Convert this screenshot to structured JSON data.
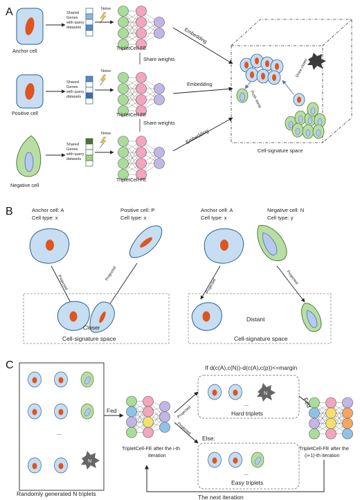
{
  "colors": {
    "cell_blue_fill": "#c6ddf2",
    "cell_blue_stroke": "#2b5f8e",
    "nucleus_orange": "#e0541e",
    "cell_green_fill": "#b9dea3",
    "cell_green_stroke": "#4a7d37",
    "node_green": "#a9dd9a",
    "node_pink": "#f3a6bd",
    "node_purple": "#c3b6e6",
    "node_yellow": "#f5e06e",
    "node_orange": "#f6a660",
    "node_blue": "#8fc3e6",
    "vector_blue": "#5a87bd",
    "vector_dark_green": "#47733a"
  },
  "panel_a": {
    "letter": "A",
    "anchor_cell": "Anchor cell",
    "positive_cell": "Positive cell",
    "negative_cell": "Negative cell",
    "shared_line1": "Shared",
    "shared_line2": "Genes",
    "shared_line3": "with query",
    "shared_line4": "datasets",
    "noise": "Noise",
    "network_label": "TripletCell-FE",
    "share_weights": "Share weights",
    "embedding": "Embedding",
    "push_away": "Push away",
    "draw_closer": "Draw closer",
    "space_label": "Cell-signature space"
  },
  "panel_b": {
    "letter": "B",
    "left": {
      "anchor_title": "Anchor cell: A",
      "anchor_type": "Cell type: x",
      "pos_title": "Positive cell: P",
      "pos_type": "Cell type: x",
      "projected": "Projected",
      "result": "Closer",
      "space": "Cell-signature space"
    },
    "right": {
      "anchor_title": "Anchor cell: A",
      "anchor_type": "Cell type: x",
      "neg_title": "Negative cell: N",
      "neg_type": "Cell type: y",
      "projected": "Projected",
      "result": "Distant",
      "space": "Cell-signature space"
    }
  },
  "panel_c": {
    "letter": "C",
    "ellipsis": "...",
    "n_label": "N",
    "random_label": "Randomly generated N triplets",
    "fed": "Fed",
    "projected": "Projected",
    "condition": "If d(c(A),c(N))-d(c(A),c(p))<=margin",
    "hard": "Hard triplets",
    "else": "Else:",
    "easy": "Easy triplets",
    "fe_i_line1": "TripletCell-FE after the i-th",
    "fe_i_line2": "iteration",
    "fe_i1_line1": "TripletCell-FE after the",
    "fe_i1_line2": "(i+1)-th iteration",
    "next": "The next iteration"
  }
}
